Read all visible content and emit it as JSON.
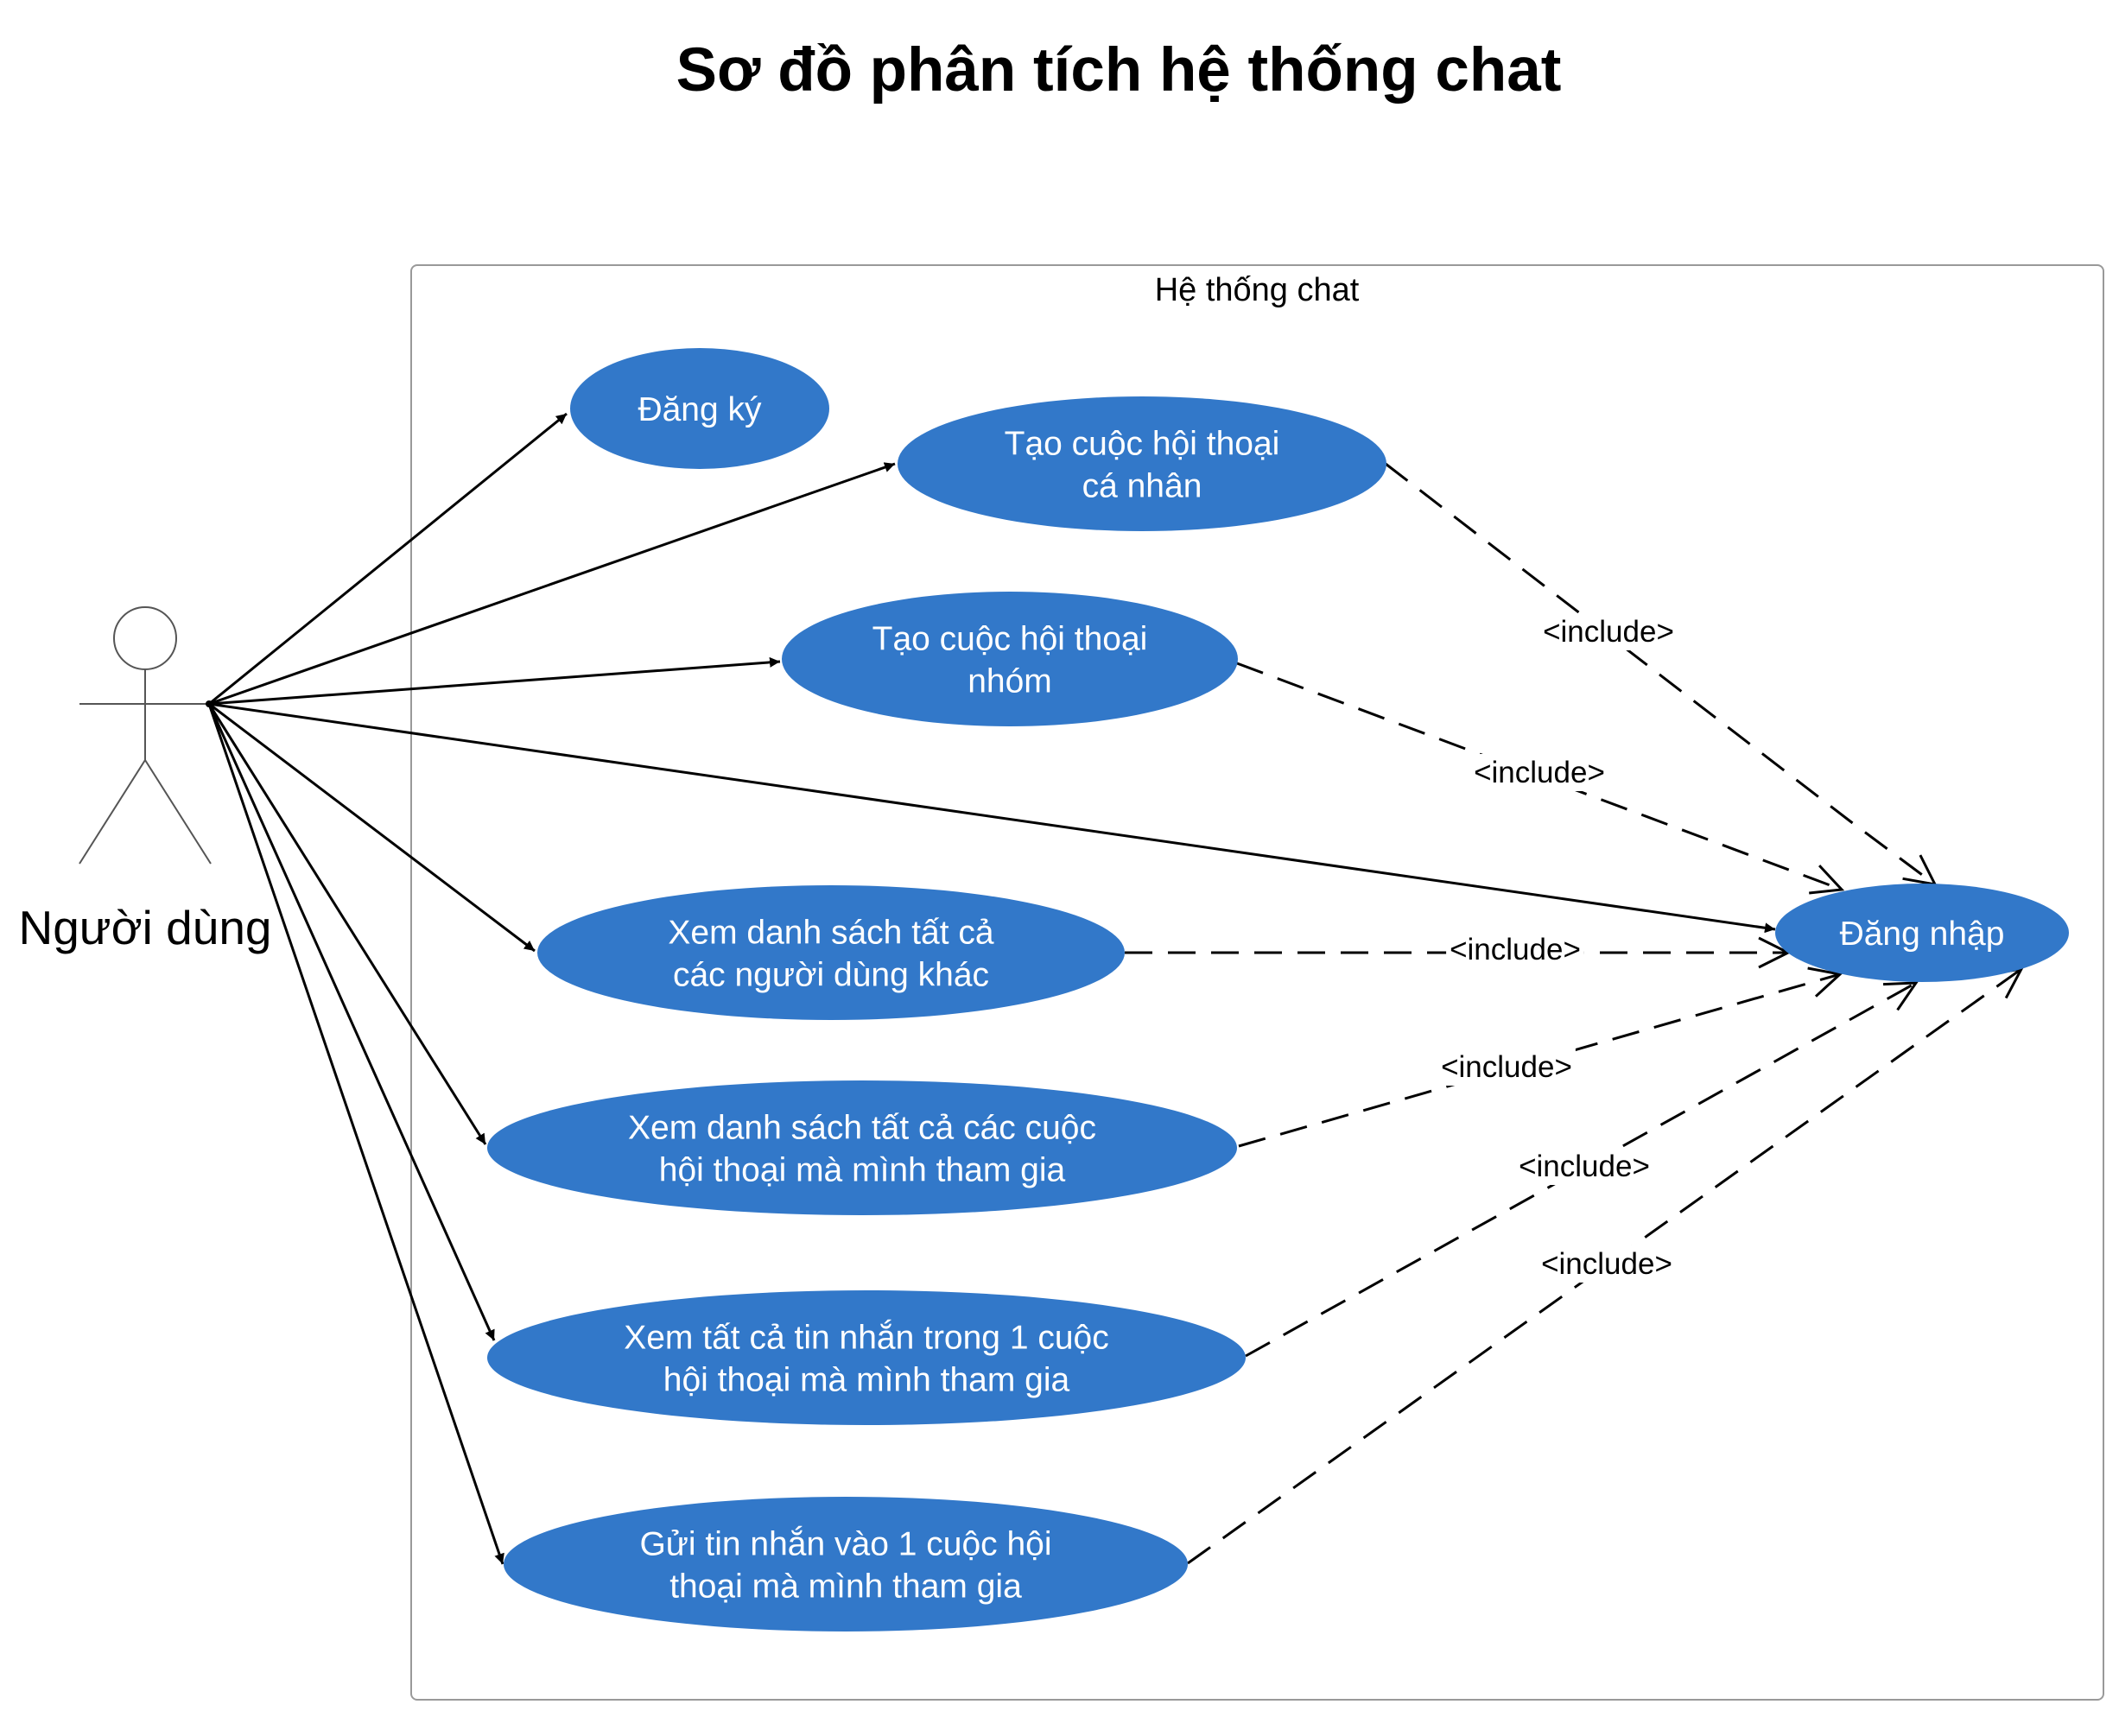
{
  "title": "Sơ đồ phân tích hệ thống chat",
  "system": {
    "label": "Hệ thống chat"
  },
  "actor": {
    "label": "Người dùng"
  },
  "colors": {
    "usecase_fill": "#3278c9",
    "usecase_text": "#ffffff",
    "line": "#000000",
    "boundary": "#999999"
  },
  "usecases": [
    {
      "id": "dang-ky",
      "lines": [
        "Đăng ký"
      ]
    },
    {
      "id": "tao-ca-nhan",
      "lines": [
        "Tạo cuộc hội thoại",
        "cá nhân"
      ]
    },
    {
      "id": "tao-nhom",
      "lines": [
        "Tạo cuộc hội thoại",
        "nhóm"
      ]
    },
    {
      "id": "xem-nguoi-dung",
      "lines": [
        "Xem danh sách tất cả",
        "các người dùng khác"
      ]
    },
    {
      "id": "xem-hoi-thoai",
      "lines": [
        "Xem danh sách tất cả các cuộc",
        "hội thoại mà mình tham gia"
      ]
    },
    {
      "id": "xem-tin-nhan",
      "lines": [
        "Xem tất cả tin nhắn trong 1 cuộc",
        "hội thoại mà mình tham gia"
      ]
    },
    {
      "id": "gui-tin-nhan",
      "lines": [
        "Gửi tin nhắn vào 1 cuộc hội",
        "thoại mà mình tham gia"
      ]
    },
    {
      "id": "dang-nhap",
      "lines": [
        "Đăng nhập"
      ]
    }
  ],
  "associations": [
    "dang-ky",
    "tao-ca-nhan",
    "tao-nhom",
    "dang-nhap",
    "xem-nguoi-dung",
    "xem-hoi-thoai",
    "xem-tin-nhan",
    "gui-tin-nhan"
  ],
  "includes": [
    {
      "from": "tao-ca-nhan",
      "to": "dang-nhap",
      "label": "<include>"
    },
    {
      "from": "tao-nhom",
      "to": "dang-nhap",
      "label": "<include>"
    },
    {
      "from": "xem-nguoi-dung",
      "to": "dang-nhap",
      "label": "<include>"
    },
    {
      "from": "xem-hoi-thoai",
      "to": "dang-nhap",
      "label": "<include>"
    },
    {
      "from": "xem-tin-nhan",
      "to": "dang-nhap",
      "label": "<include>"
    },
    {
      "from": "gui-tin-nhan",
      "to": "dang-nhap",
      "label": "<include>"
    }
  ]
}
